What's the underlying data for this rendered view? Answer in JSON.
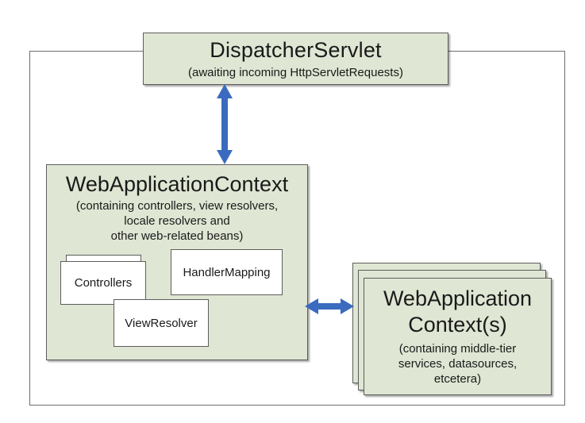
{
  "dispatcher": {
    "title": "DispatcherServlet",
    "subtitle": "(awaiting incoming HttpServletRequests)"
  },
  "web_context": {
    "title": "WebApplicationContext",
    "subtitle_lines": [
      "(containing controllers, view resolvers,",
      "locale resolvers and",
      "other web-related beans)"
    ],
    "controllers_label": "Controllers",
    "handler_mapping_label": "HandlerMapping",
    "view_resolver_label": "ViewResolver"
  },
  "root_context": {
    "title_lines": [
      "WebApplication",
      "Context(s)"
    ],
    "subtitle_lines": [
      "(containing middle-tier",
      "services, datasources,",
      "etcetera)"
    ]
  },
  "colors": {
    "box_fill": "#dfe6d3",
    "arrow": "#3a6bbf"
  }
}
